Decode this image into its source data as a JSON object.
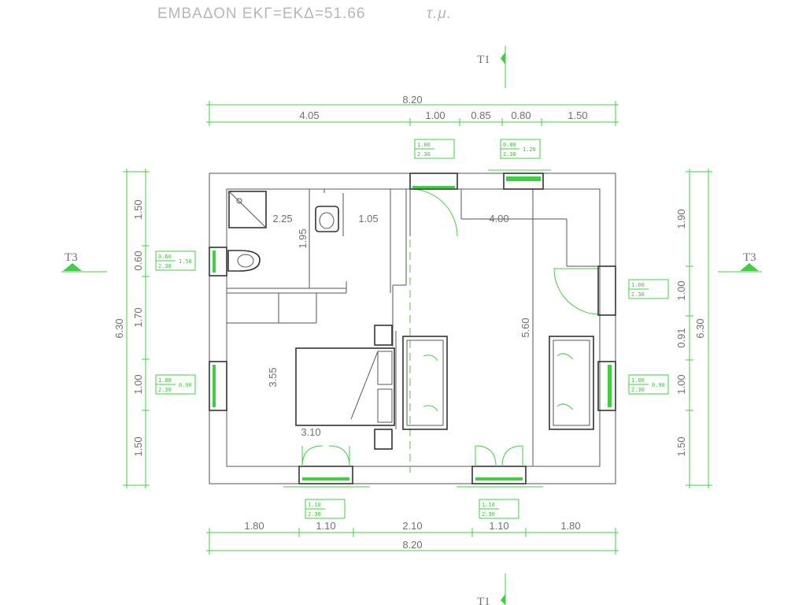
{
  "title": "ΕΜΒΑΔΟΝ ΕΚΓ=ΕΚΔ=51.66",
  "title_unit": "τ.μ.",
  "sections": {
    "top": "T1",
    "bottom": "T1",
    "left": "T3",
    "right": "T3"
  },
  "dims_top": {
    "total": "8.20",
    "parts": [
      "4.05",
      "1.00",
      "0.85",
      "0.80",
      "1.50"
    ]
  },
  "dims_bottom": {
    "total": "8.20",
    "parts": [
      "1.80",
      "1.10",
      "2.10",
      "1.10",
      "1.80"
    ]
  },
  "dims_left": {
    "total": "6.30",
    "parts": [
      "1.50",
      "0.60",
      "1.70",
      "1.00",
      "1.50"
    ]
  },
  "dims_right": {
    "total": "6.30",
    "parts": [
      "1.90",
      "1.00",
      "0.91",
      "1.00",
      "1.50"
    ]
  },
  "room_dims": {
    "bath_width": "2.25",
    "bath_height": "1.95",
    "corridor_width": "1.05",
    "living_width": "4.00",
    "living_height": "5.60",
    "bedroom_height": "3.55",
    "bedroom_width": "3.10"
  },
  "opening_tags": {
    "top_1": [
      "1.00",
      "2.30"
    ],
    "top_2": [
      "0.80",
      "2.30",
      "1.20"
    ],
    "left_1": [
      "0.60",
      "2.30",
      "1.50"
    ],
    "left_2": [
      "1.00",
      "2.30",
      "0.90"
    ],
    "right_1": [
      "1.00",
      "2.30"
    ],
    "right_2": [
      "1.00",
      "2.30",
      "0.90"
    ],
    "bottom_1": [
      "1.10",
      "2.30"
    ],
    "bottom_2": [
      "1.10",
      "2.30"
    ]
  },
  "colors": {
    "annotation_green": "#3fd03f",
    "dim_text": "#707070",
    "wall": "#555555"
  }
}
